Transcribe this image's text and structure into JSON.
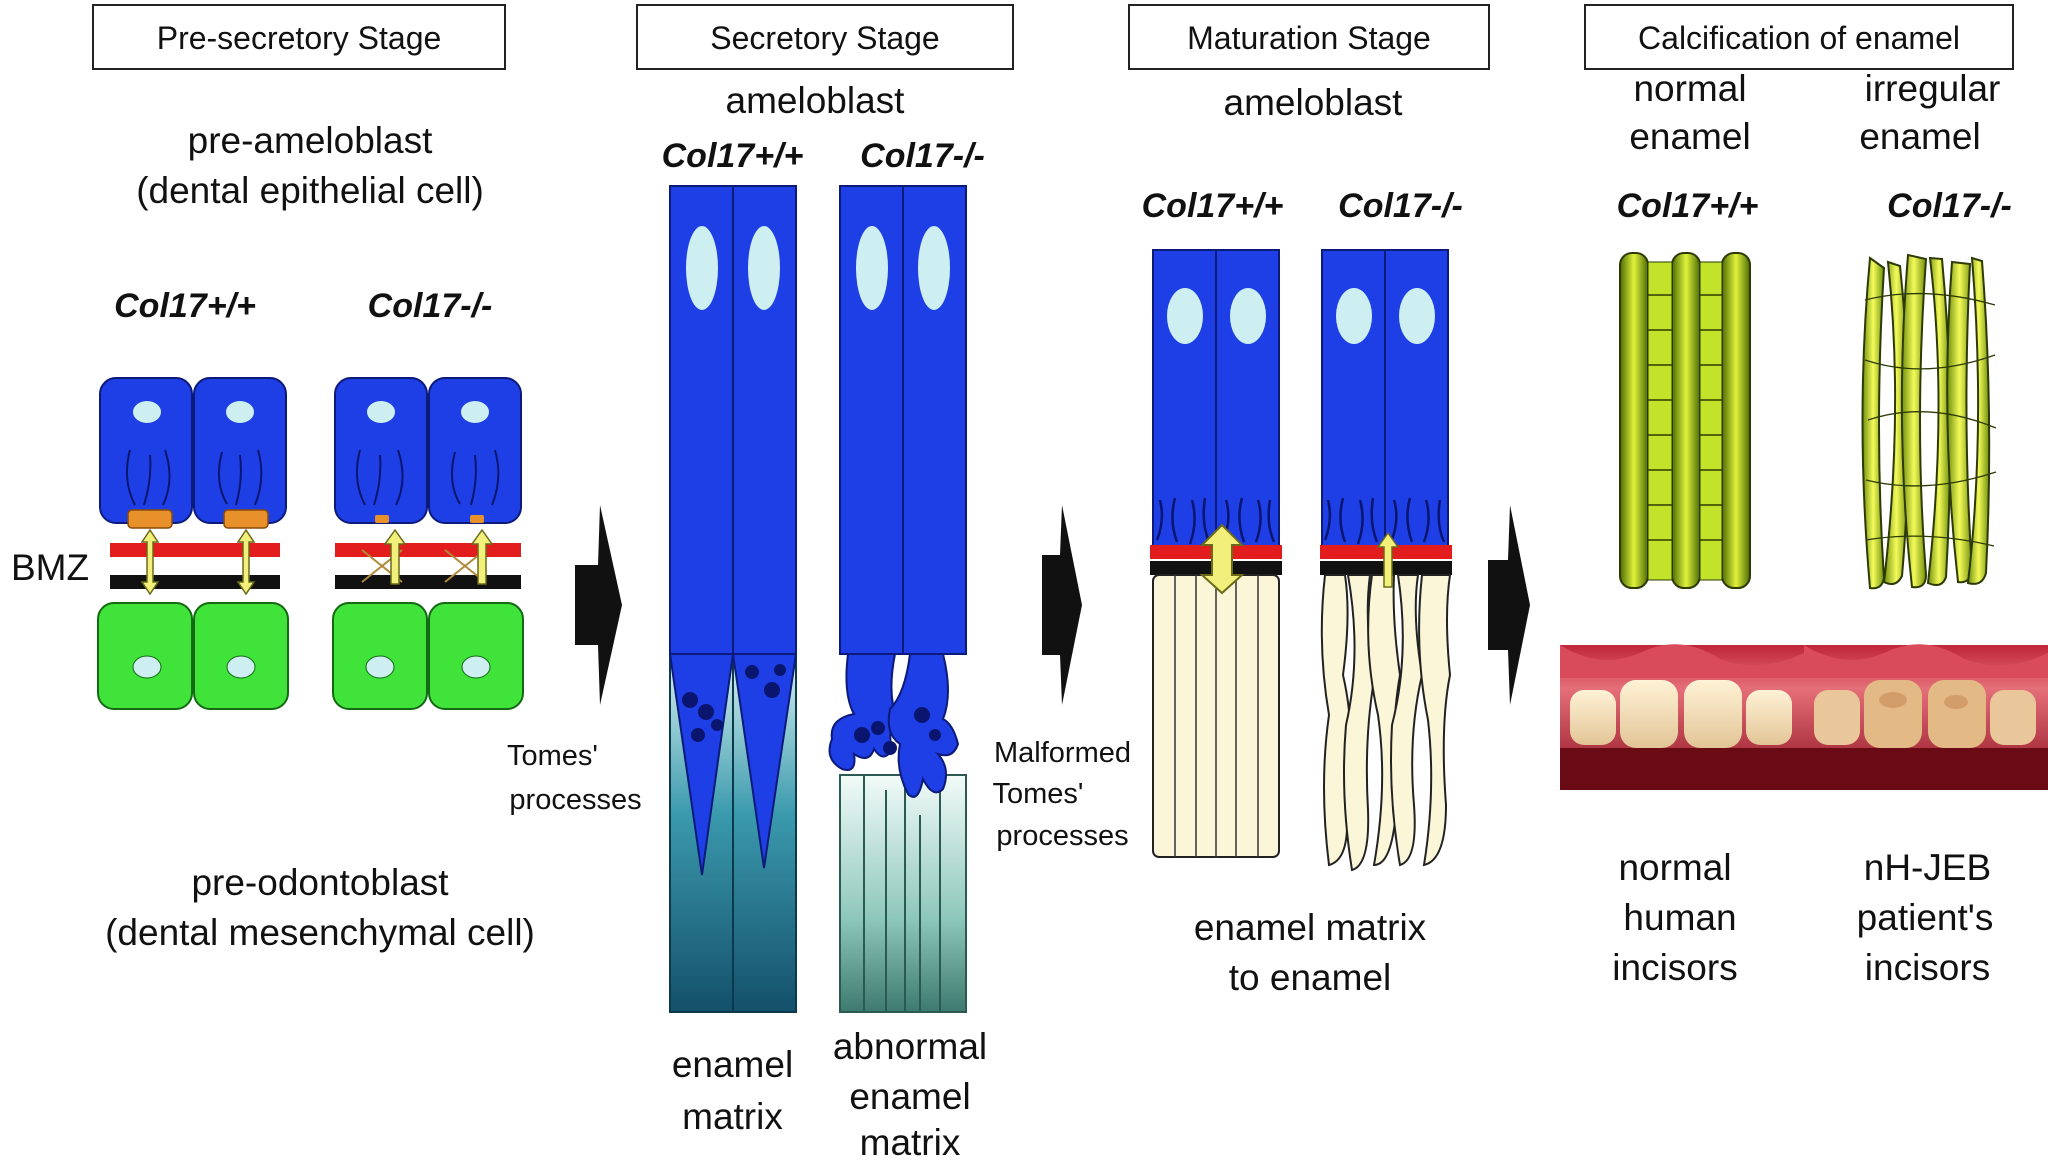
{
  "stages": [
    {
      "title": "Pre-secretory Stage"
    },
    {
      "title": "Secretory Stage"
    },
    {
      "title": "Maturation Stage"
    },
    {
      "title": "Calcification of enamel"
    }
  ],
  "presecretory": {
    "top_label_line1": "pre-ameloblast",
    "top_label_line2": "(dental epithelial cell)",
    "genotype_wt": "Col17+/+",
    "genotype_ko": "Col17-/-",
    "bmz_label": "BMZ",
    "bottom_label_line1": "pre-odontoblast",
    "bottom_label_line2": "(dental mesenchymal cell)"
  },
  "secretory": {
    "cell_label": "ameloblast",
    "genotype_wt": "Col17+/+",
    "genotype_ko": "Col17-/-",
    "tomes_line1": "Tomes'",
    "tomes_line2": "processes",
    "malformed_line1": "Malformed",
    "malformed_line2": "Tomes'",
    "malformed_line3": "processes",
    "wt_matrix_line1": "enamel",
    "wt_matrix_line2": "matrix",
    "ko_matrix_line1": "abnormal",
    "ko_matrix_line2": "enamel",
    "ko_matrix_line3": "matrix"
  },
  "maturation": {
    "cell_label": "ameloblast",
    "genotype_wt": "Col17+/+",
    "genotype_ko": "Col17-/-",
    "bottom_line1": "enamel matrix",
    "bottom_line2": "to enamel"
  },
  "calcification": {
    "wt_top_line1": "normal",
    "wt_top_line2": "enamel",
    "ko_top_line1": "irregular",
    "ko_top_line2": "enamel",
    "genotype_wt": "Col17+/+",
    "genotype_ko": "Col17-/-",
    "wt_bottom_line1": "normal",
    "wt_bottom_line2": "human",
    "wt_bottom_line3": "incisors",
    "ko_bottom_line1": "nH-JEB",
    "ko_bottom_line2": "patient's",
    "ko_bottom_line3": "incisors"
  },
  "colors": {
    "epithelial_cell": "#1f3fe6",
    "mesenchymal_cell": "#3fe33a",
    "bmz_red": "#e31d1d",
    "bmz_black": "#111111",
    "hemidesmosome": "#e8902a",
    "arrow_yellow": "#f2f07a",
    "nucleus": "#cdeff2",
    "enamel_matrix_top": "#2a8fa6",
    "enamel_cream": "#fbf6d8",
    "calcified_green": "#b7d81e"
  }
}
